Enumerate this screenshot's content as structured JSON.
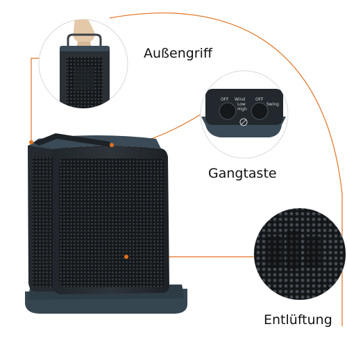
{
  "callouts": {
    "grip": "Außengriff",
    "button": "Gangtaste",
    "vent": "Entlüftung"
  },
  "control_panel": {
    "left_knob": {
      "label_off": "OFF",
      "label_wind": "Wind",
      "label_low": "Low",
      "label_high": "High"
    },
    "right_knob": {
      "label_off": "OFF",
      "label_swing": "Swing"
    }
  },
  "colors": {
    "accent": "#e0701e",
    "heater_body": "#2a3036",
    "heater_base": "#3a4a56",
    "grill": "#1b1e21"
  },
  "icons": {
    "control_center": "no-touch-icon"
  }
}
